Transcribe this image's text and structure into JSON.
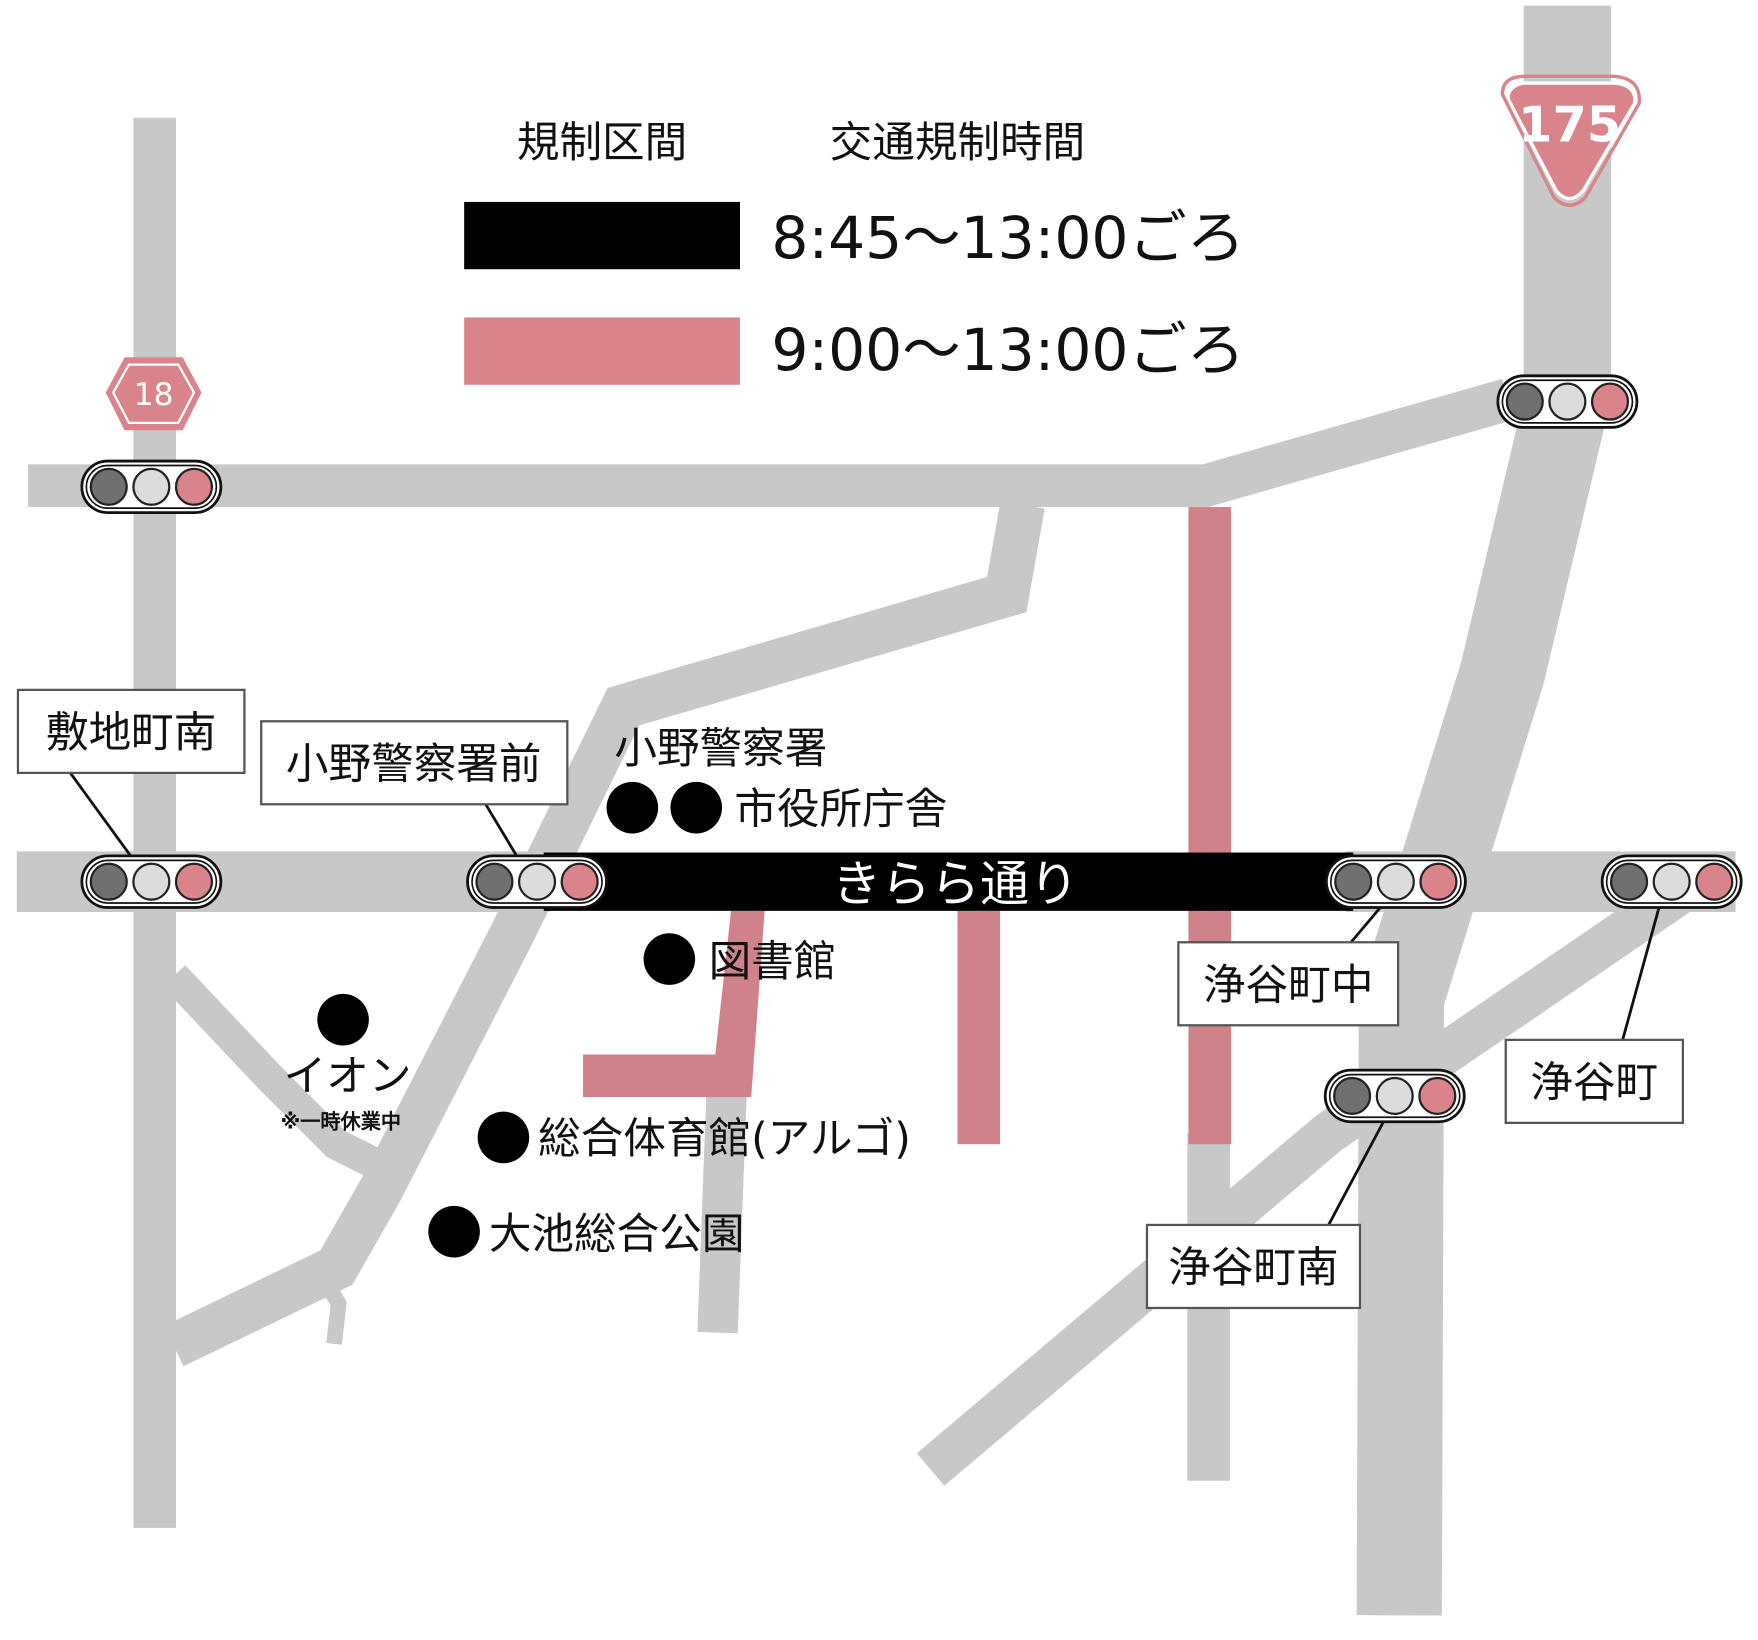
{
  "legend": {
    "col_section": "規制区間",
    "col_time": "交通規制時間",
    "items": [
      {
        "color": "#000000",
        "time": "8:45〜13:00ごろ"
      },
      {
        "color": "#d9848b",
        "time": "9:00〜13:00ごろ"
      }
    ]
  },
  "route_signs": {
    "national": {
      "number": "175",
      "color": "#d9848b"
    },
    "prefectural": {
      "number": "18",
      "color": "#d9848b"
    }
  },
  "main_street": {
    "name": "きらら通り",
    "color": "#000000"
  },
  "intersections": [
    {
      "name": "敷地町南"
    },
    {
      "name": "小野警察署前"
    },
    {
      "name": "浄谷町中"
    },
    {
      "name": "浄谷町"
    },
    {
      "name": "浄谷町南"
    }
  ],
  "landmarks": [
    {
      "name": "小野警察署"
    },
    {
      "name": "市役所庁舎"
    },
    {
      "name": "図書館"
    },
    {
      "name": "イオン",
      "note": "※一時休業中"
    },
    {
      "name": "総合体育館(アルゴ)"
    },
    {
      "name": "大池総合公園"
    }
  ],
  "colors": {
    "road": "#c8c8c8",
    "restricted_pink": "#d0828a",
    "restricted_black": "#000000",
    "signal_red": "#d9848b",
    "signal_dark": "#707070",
    "signal_light": "#dcdcdc"
  }
}
